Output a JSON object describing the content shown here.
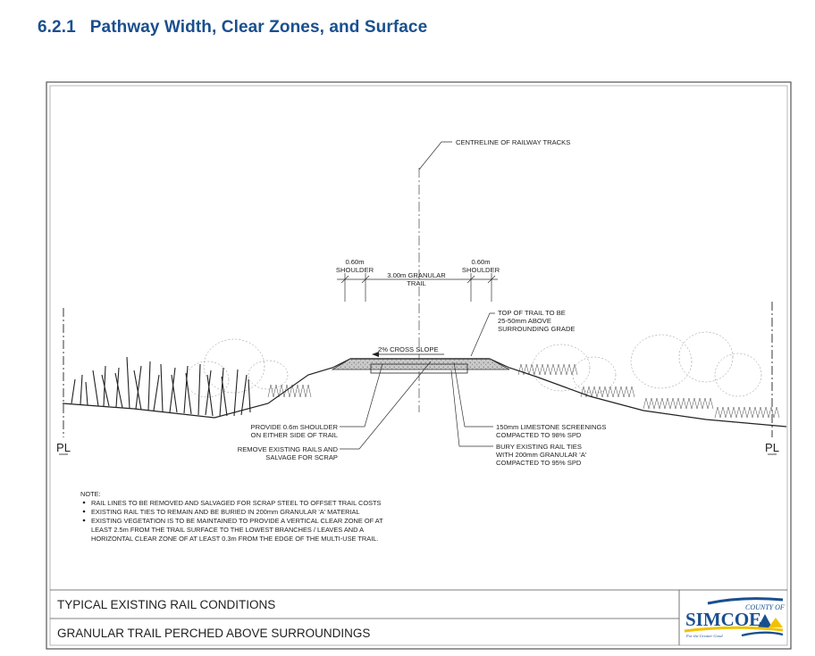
{
  "heading": {
    "number": "6.2.1",
    "title": "Pathway Width, Clear Zones, and Surface"
  },
  "drawing": {
    "centreline_label": "CENTRELINE OF RAILWAY TRACKS",
    "shoulder_left": [
      "0.60m",
      "SHOULDER"
    ],
    "trail_width": [
      "3.00m GRANULAR",
      "TRAIL"
    ],
    "shoulder_right": [
      "0.60m",
      "SHOULDER"
    ],
    "top_of_trail": [
      "TOP OF TRAIL TO BE",
      "25-50mm ABOVE",
      "SURROUNDING GRADE"
    ],
    "cross_slope": "2% CROSS SLOPE",
    "provide_shoulder": [
      "PROVIDE 0.6m SHOULDER",
      "ON EITHER SIDE OF TRAIL"
    ],
    "remove_rails": [
      "REMOVE EXISTING RAILS AND",
      "SALVAGE FOR SCRAP"
    ],
    "limestone": [
      "150mm LIMESTONE SCREENINGS",
      "COMPACTED TO 98% SPD"
    ],
    "bury_ties": [
      "BURY EXISTING RAIL TIES",
      "WITH 200mm GRANULAR 'A'",
      "COMPACTED TO 95% SPD"
    ],
    "property_line_left": "PL",
    "property_line_right": "PL",
    "note_heading": "NOTE:",
    "notes": [
      [
        "RAIL LINES TO BE REMOVED AND SALVAGED FOR SCRAP STEEL TO OFFSET TRAIL COSTS"
      ],
      [
        "EXISTING RAIL TIES TO REMAIN AND BE BURIED IN 200mm GRANULAR 'A' MATERIAL"
      ],
      [
        "EXISTING VEGETATION IS TO BE MAINTAINED TO PROVIDE A VERTICAL CLEAR ZONE OF AT",
        "LEAST 2.5m FROM THE TRAIL SURFACE TO THE LOWEST BRANCHES / LEAVES AND A",
        "HORIZONTAL CLEAR ZONE OF AT LEAST 0.3m FROM THE EDGE OF THE MULTI-USE TRAIL."
      ]
    ]
  },
  "title_block": {
    "line1": "TYPICAL EXISTING RAIL CONDITIONS",
    "line2": "GRANULAR TRAIL PERCHED ABOVE SURROUNDINGS"
  },
  "logo": {
    "county": "COUNTY OF",
    "name": "SIMCOE",
    "tagline": "For the Greater Good"
  },
  "colors": {
    "heading": "#1a4f8f",
    "logo_blue": "#1a4f8f",
    "logo_yellow": "#f2c200"
  }
}
